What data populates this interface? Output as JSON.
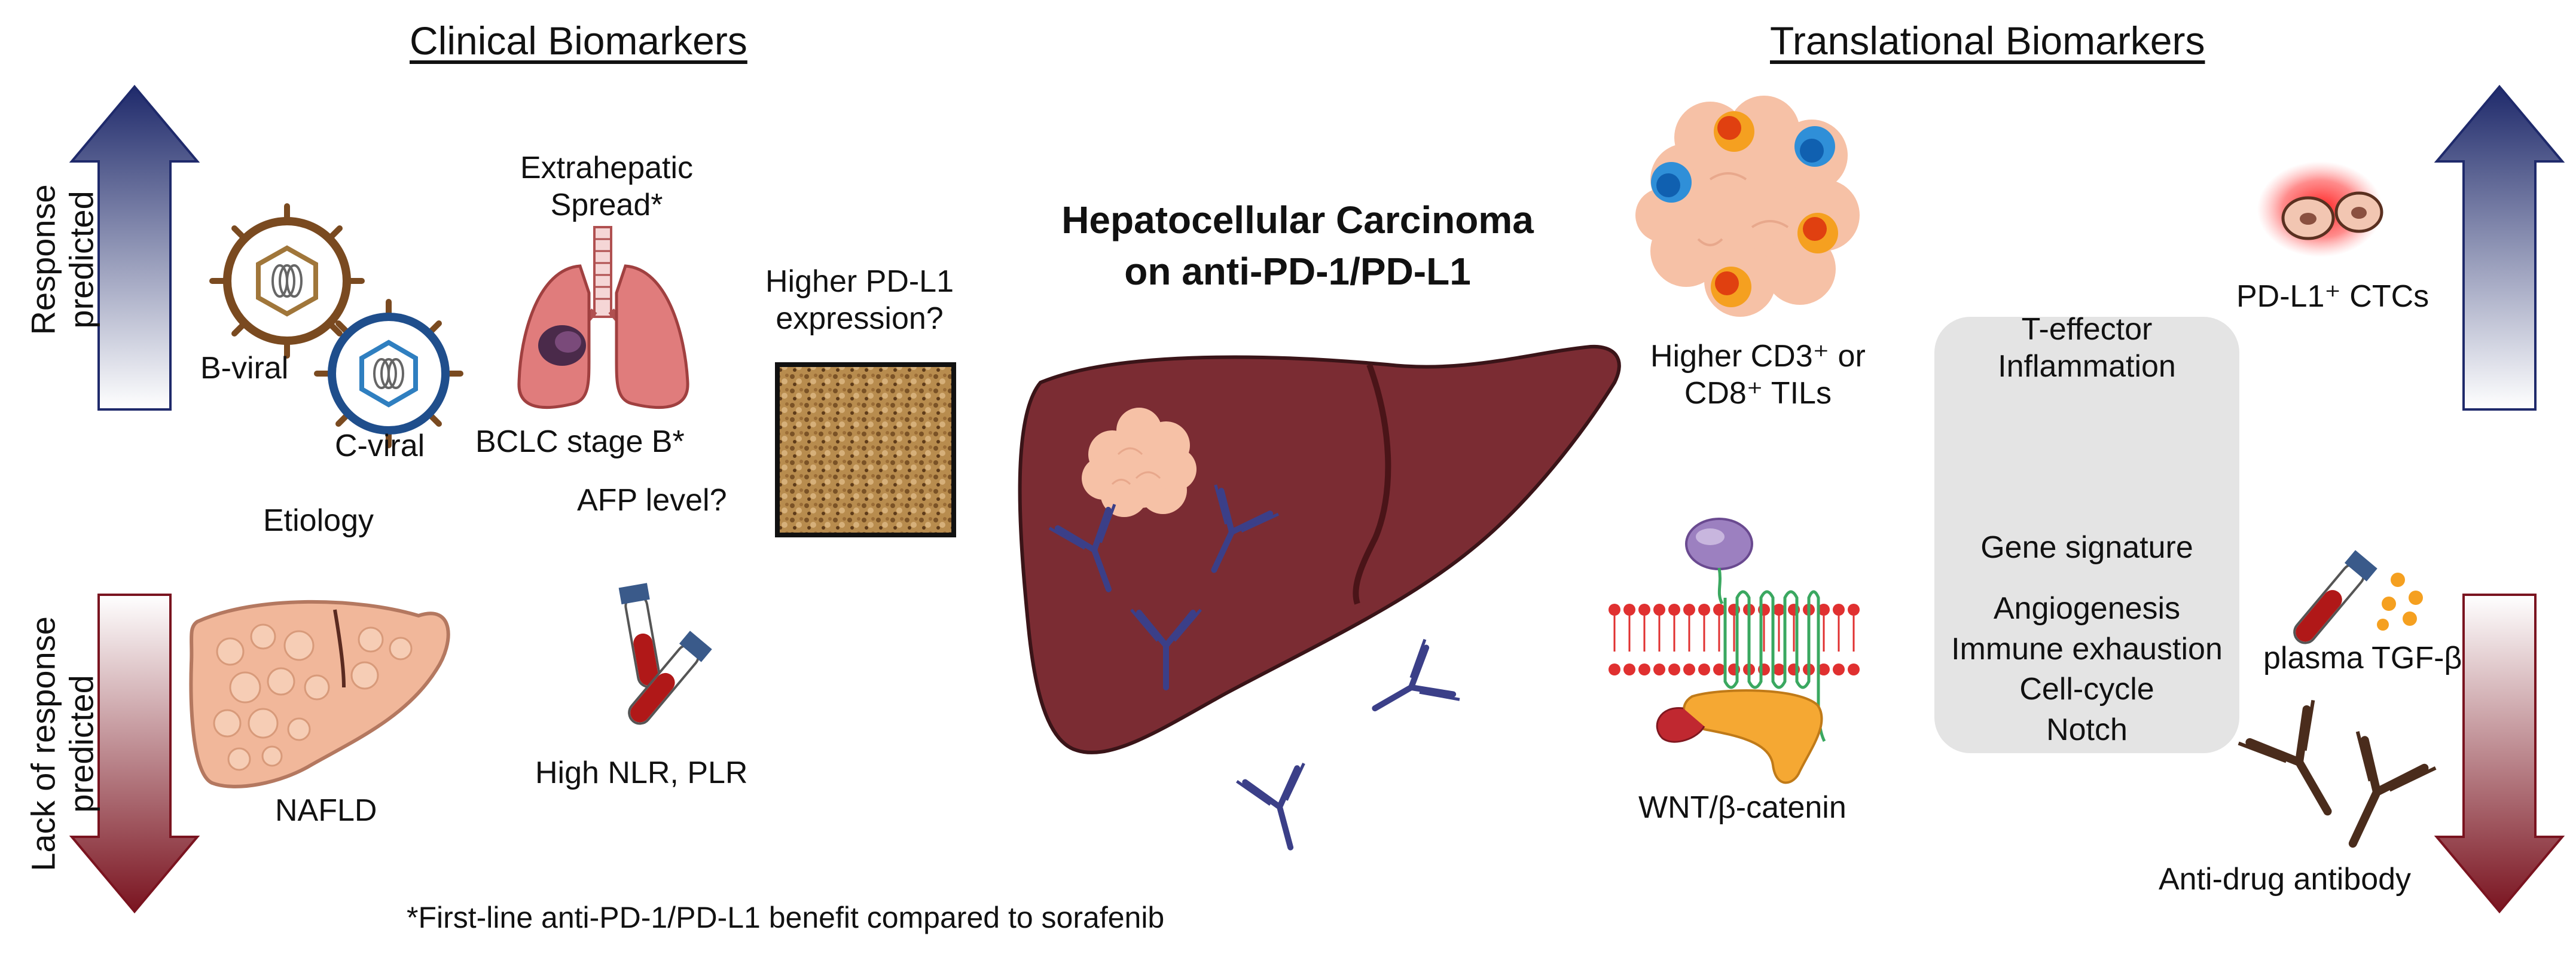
{
  "headers": {
    "clinical": "Clinical Biomarkers",
    "translational": "Translational Biomarkers"
  },
  "center_title": {
    "line1": "Hepatocellular Carcinoma",
    "line2": "on anti-PD-1/PD-L1"
  },
  "axis_labels": {
    "left_top": [
      "Response",
      "predicted"
    ],
    "left_bottom": [
      "Lack of response",
      "predicted"
    ]
  },
  "clinical": {
    "b_viral": "B-viral",
    "c_viral": "C-viral",
    "etiology": "Etiology",
    "extrahepatic": [
      "Extrahepatic",
      "Spread*"
    ],
    "bclc": "BCLC stage B*",
    "afp": "AFP level?",
    "pdl1_expression": [
      "Higher PD-L1",
      "expression?"
    ],
    "nafld": "NAFLD",
    "nlr_plr": "High NLR, PLR"
  },
  "translational": {
    "tils": [
      "Higher CD3⁺ or",
      "CD8⁺ TILs"
    ],
    "wnt": "WNT/β-catenin",
    "panel_top": [
      "T-effector",
      "Inflammation"
    ],
    "gene_signature": "Gene signature",
    "panel_bottom": [
      "Angiogenesis",
      "Immune exhaustion",
      "Cell-cycle",
      "Notch"
    ],
    "ctcs": "PD-L1⁺ CTCs",
    "plasma": "plasma TGF-β",
    "anti_drug": "Anti-drug antibody"
  },
  "footnote": "*First-line anti-PD-1/PD-L1 benefit compared to sorafenib",
  "colors": {
    "arrow_up": "#1f2a6b",
    "arrow_down": "#7a1420",
    "liver": "#7b2c33",
    "nafld_liver": "#f1b79a",
    "lung": "#e07c7c",
    "antibody": "#3b3f88",
    "panel": "#e4e4e4"
  }
}
